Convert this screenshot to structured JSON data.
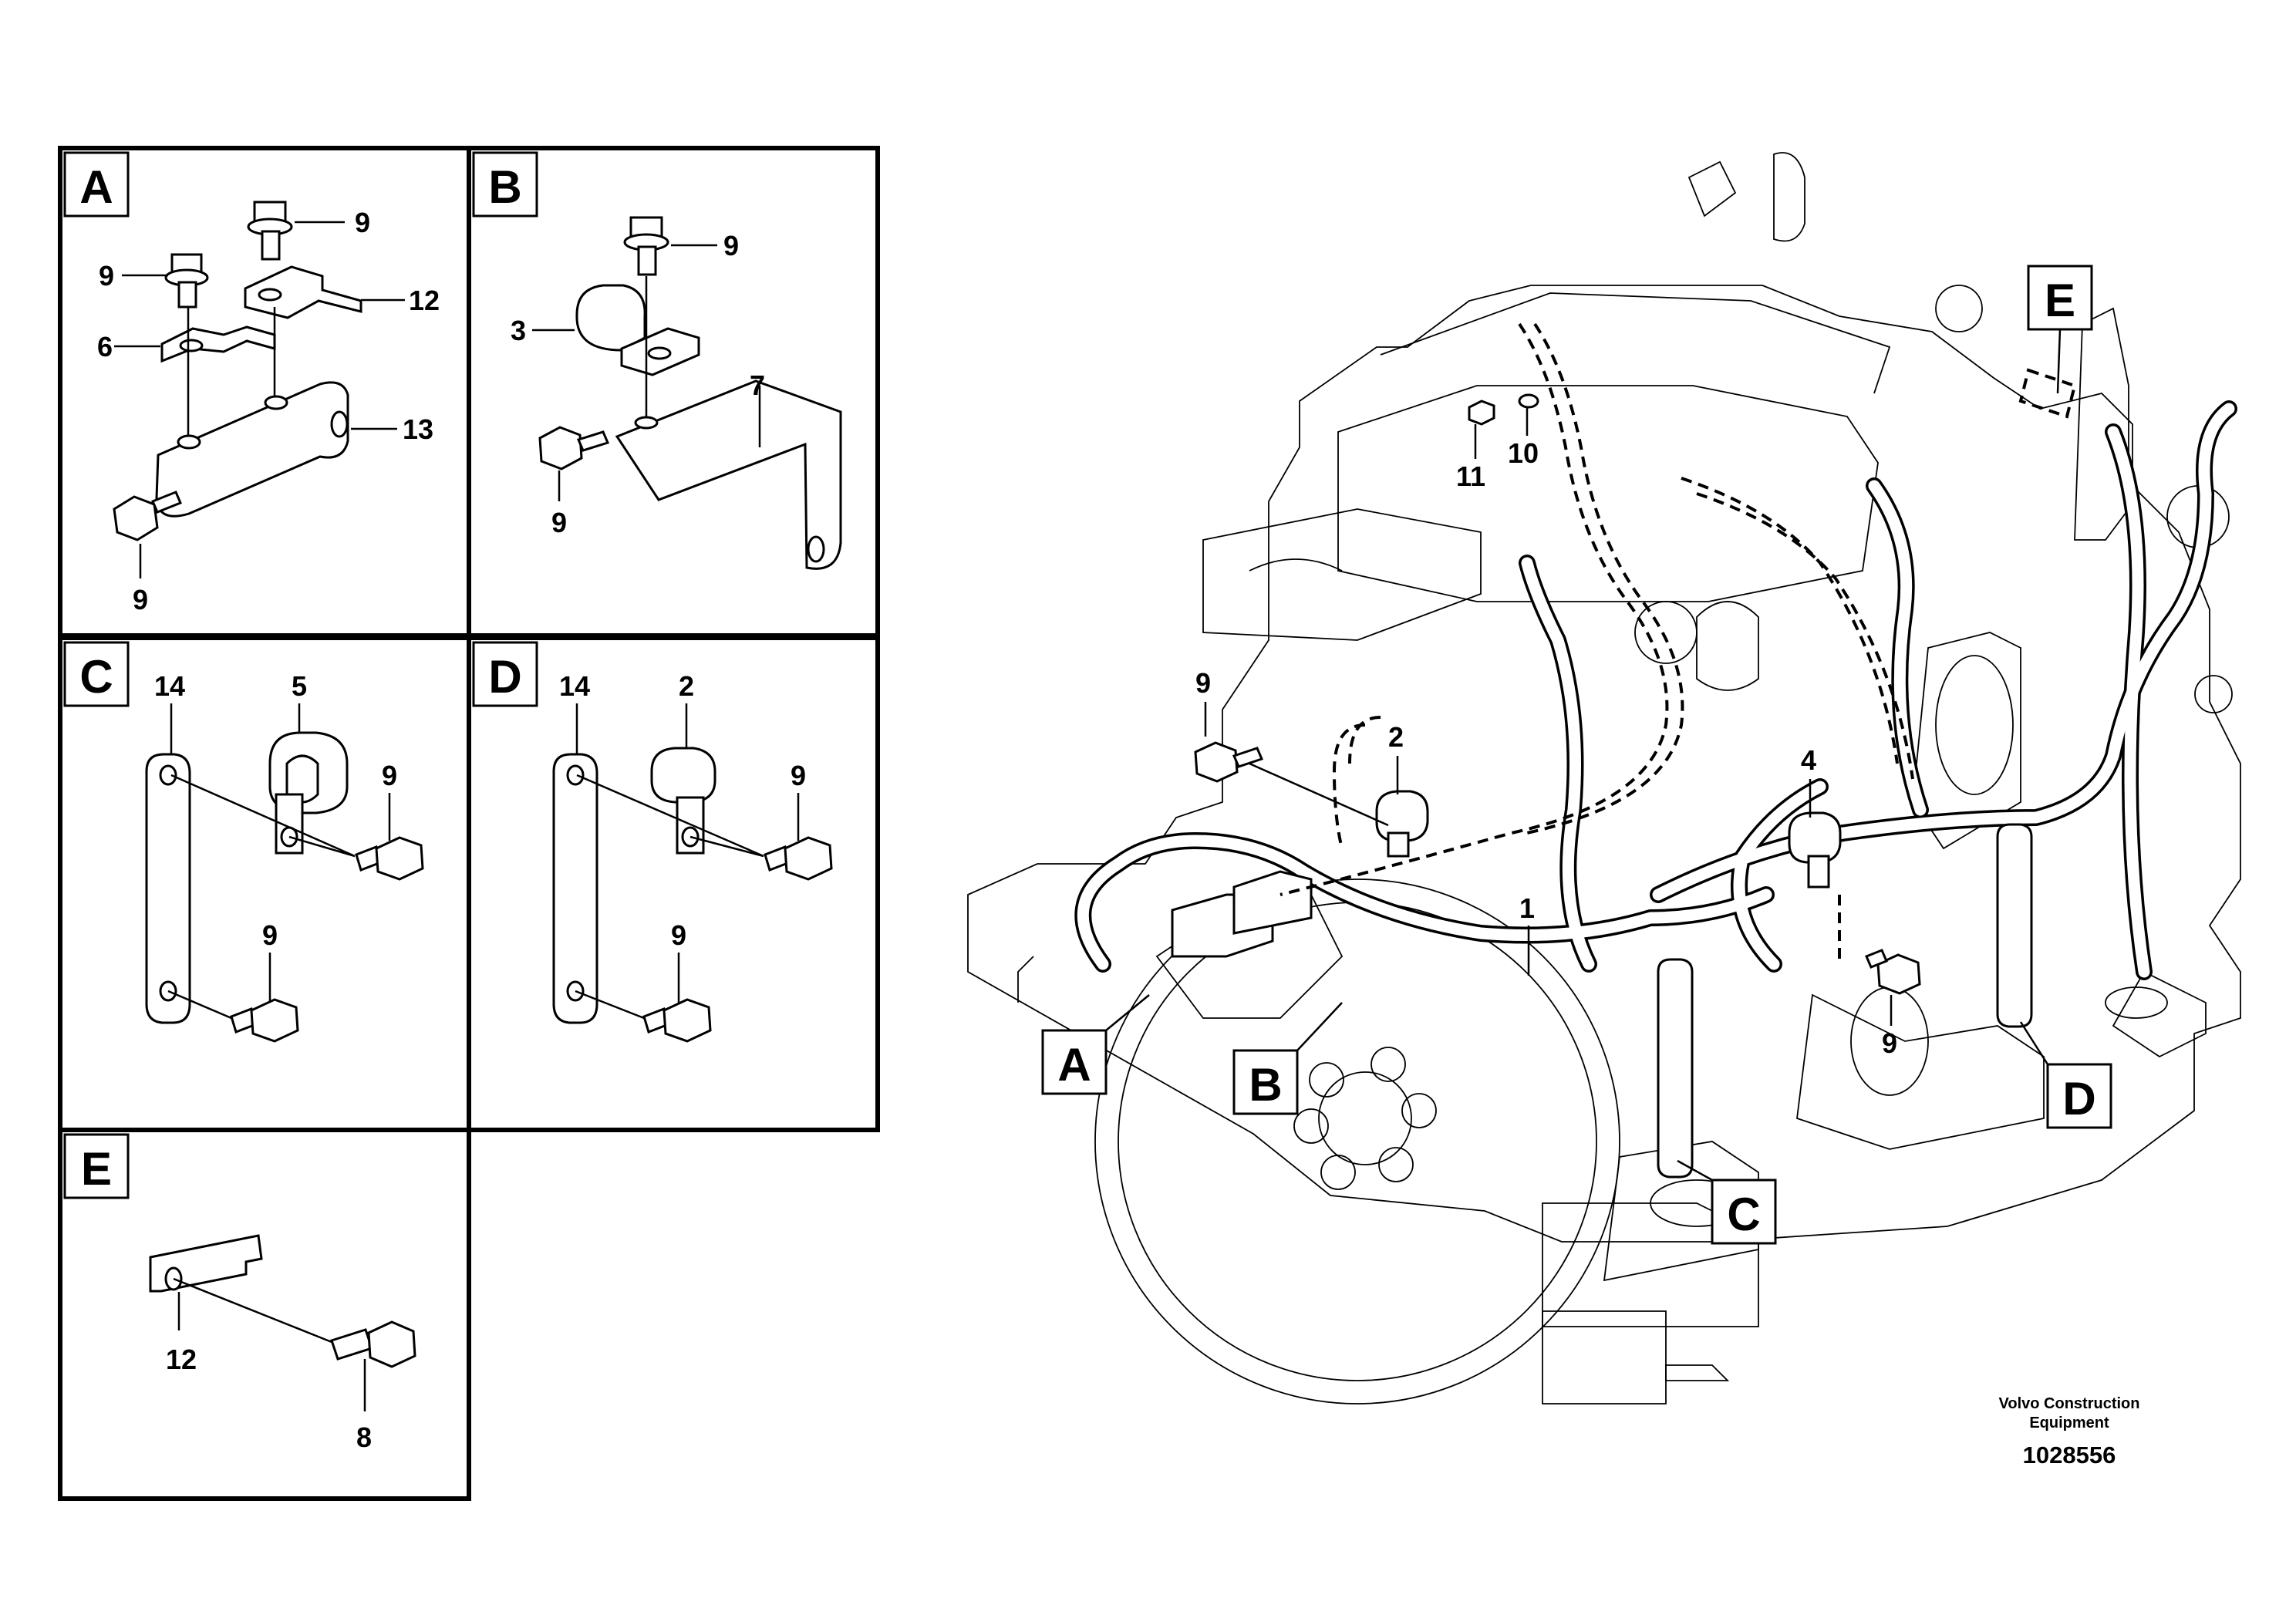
{
  "inset_panels": [
    {
      "letter": "A",
      "callouts": [
        "9",
        "9",
        "12",
        "6",
        "13",
        "9"
      ]
    },
    {
      "letter": "B",
      "callouts": [
        "9",
        "3",
        "7",
        "9"
      ]
    },
    {
      "letter": "C",
      "callouts": [
        "14",
        "5",
        "9",
        "9"
      ]
    },
    {
      "letter": "D",
      "callouts": [
        "14",
        "2",
        "9",
        "9"
      ]
    },
    {
      "letter": "E",
      "callouts": [
        "12",
        "8"
      ]
    }
  ],
  "main_view": {
    "detail_labels": [
      "A",
      "B",
      "C",
      "D",
      "E"
    ],
    "callouts": [
      "9",
      "2",
      "11",
      "10",
      "4",
      "1",
      "9"
    ]
  },
  "footer": {
    "brand_line1": "Volvo Construction",
    "brand_line2": "Equipment",
    "drawing_number": "1028556"
  }
}
